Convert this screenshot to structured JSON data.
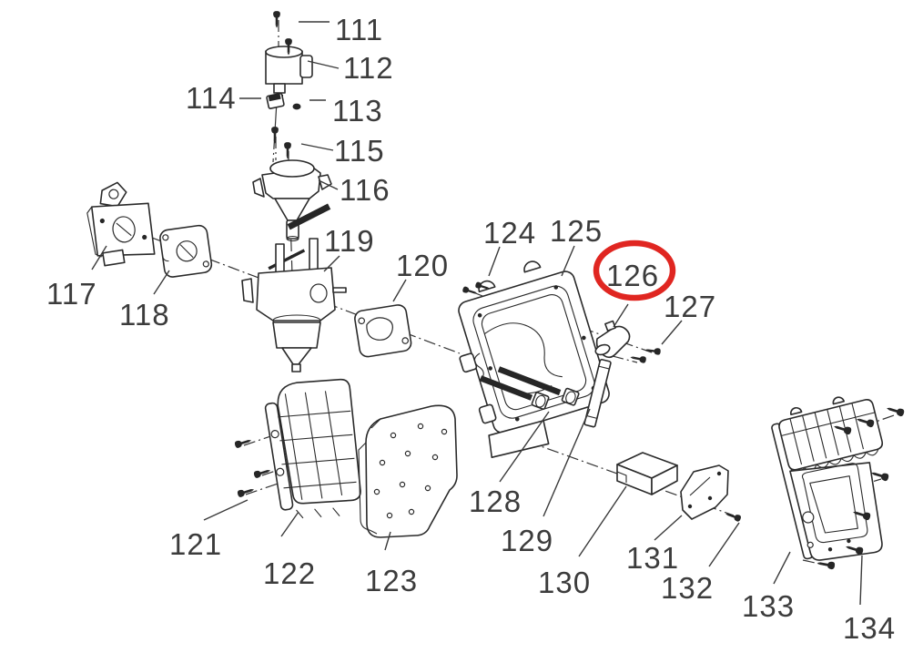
{
  "diagram": {
    "kind": "exploded parts diagram",
    "background_color": "#ffffff",
    "line_color": "#2a2a2a",
    "label_color": "#3c3c3c"
  },
  "highlight": {
    "part_number": "126",
    "color": "#e02621",
    "shape": "ellipse"
  },
  "parts": [
    {
      "number": "111"
    },
    {
      "number": "112"
    },
    {
      "number": "113"
    },
    {
      "number": "114"
    },
    {
      "number": "115"
    },
    {
      "number": "116"
    },
    {
      "number": "117"
    },
    {
      "number": "118"
    },
    {
      "number": "119"
    },
    {
      "number": "120"
    },
    {
      "number": "121"
    },
    {
      "number": "122"
    },
    {
      "number": "123"
    },
    {
      "number": "124"
    },
    {
      "number": "125"
    },
    {
      "number": "126"
    },
    {
      "number": "127"
    },
    {
      "number": "128"
    },
    {
      "number": "129"
    },
    {
      "number": "130"
    },
    {
      "number": "131"
    },
    {
      "number": "132"
    },
    {
      "number": "133"
    },
    {
      "number": "134"
    }
  ]
}
